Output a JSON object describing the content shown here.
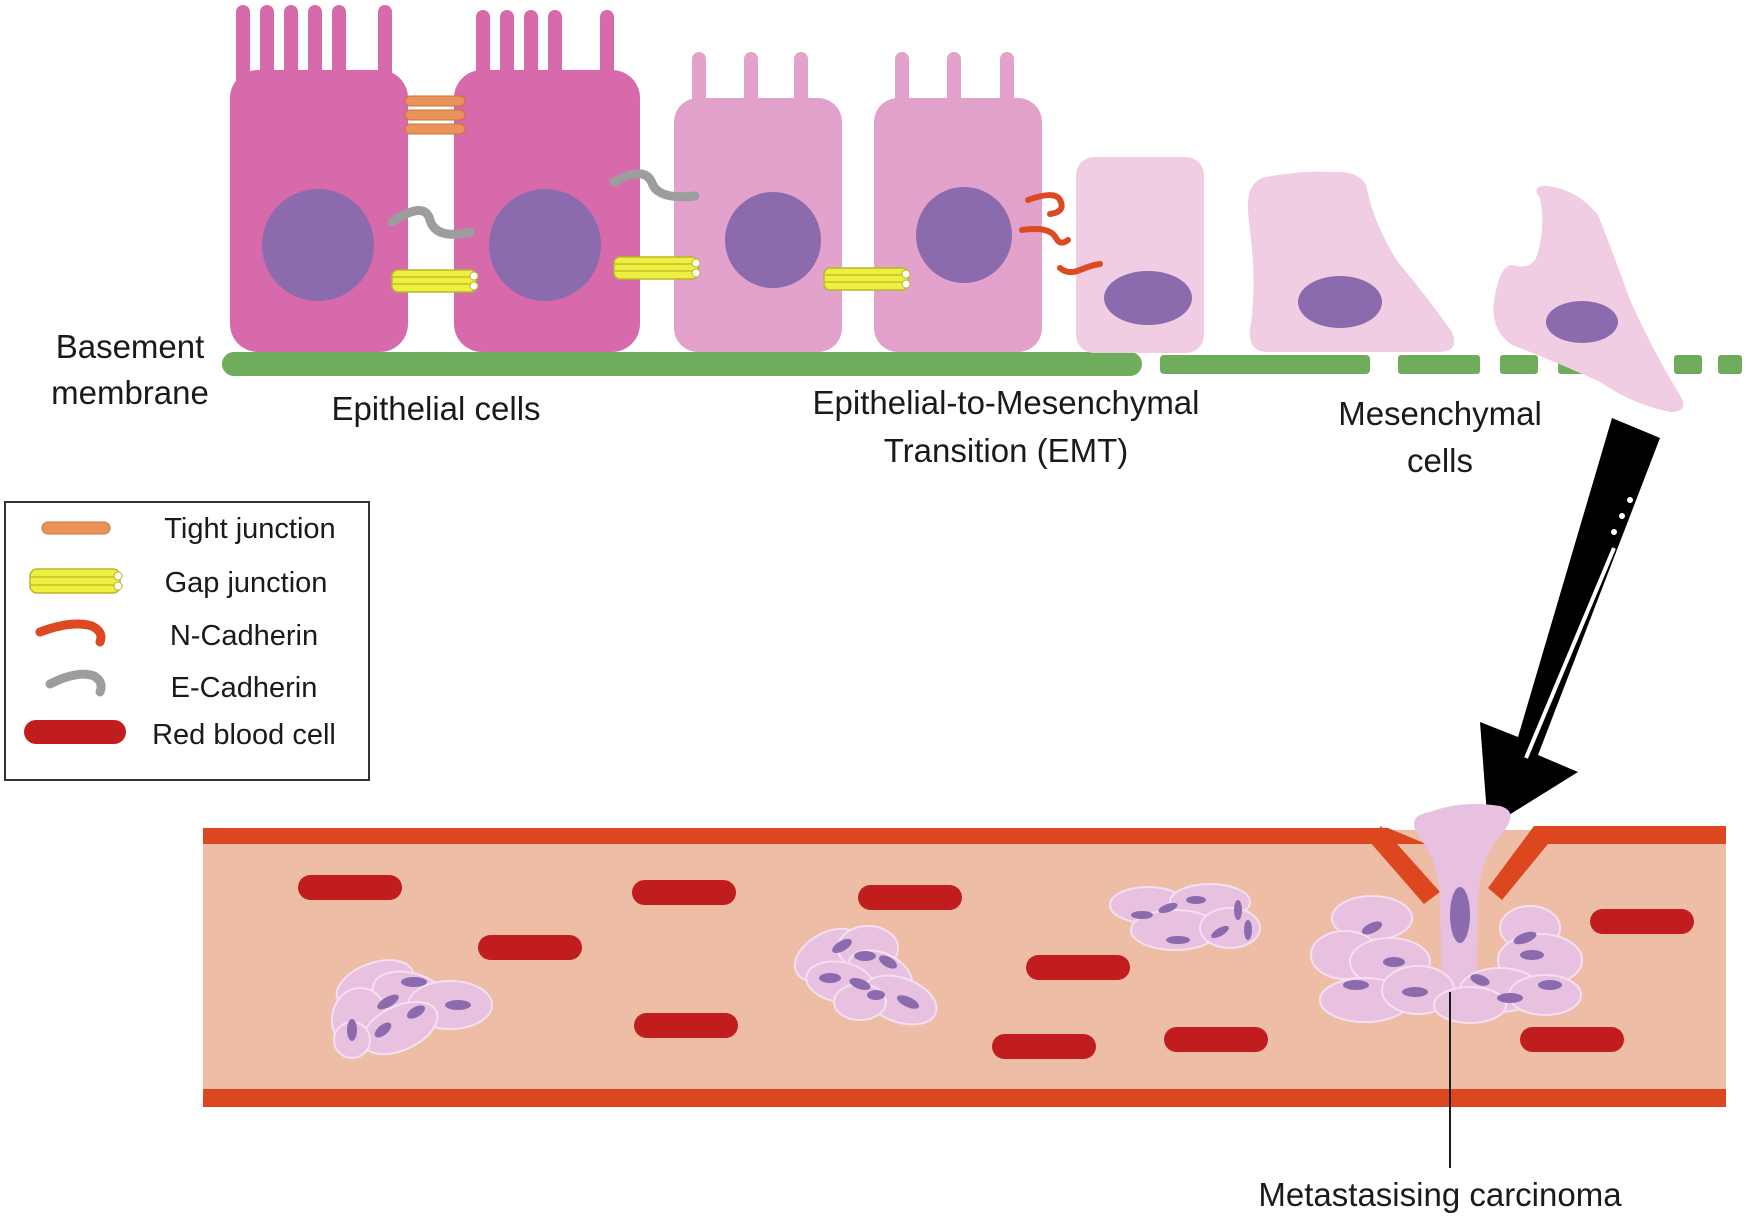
{
  "labels": {
    "basement_line1": "Basement",
    "basement_line2": "membrane",
    "epithelial": "Epithelial cells",
    "emt_line1": "Epithelial-to-Mesenchymal",
    "emt_line2": "Transition (EMT)",
    "mesenchymal_line1": "Mesenchymal",
    "mesenchymal_line2": "cells",
    "metastasising": "Metastasising carcinoma"
  },
  "legend": {
    "items": [
      {
        "key": "tight",
        "label": "Tight junction"
      },
      {
        "key": "gap",
        "label": "Gap junction"
      },
      {
        "key": "ncad",
        "label": "N-Cadherin"
      },
      {
        "key": "ecad",
        "label": "E-Cadherin"
      },
      {
        "key": "rbc",
        "label": "Red blood cell"
      }
    ]
  },
  "colors": {
    "epithelial_cell": "#d76aab",
    "transitioning_cell": "#e3a2cb",
    "mesenchymal_cell": "#f0cde2",
    "nucleus": "#8b6aae",
    "basement_membrane": "#6fac5c",
    "tight_junction": "#e9935b",
    "gap_junction": "#eef040",
    "n_cadherin": "#dd4a22",
    "e_cadherin": "#9d9d9d",
    "red_blood_cell": "#c11d1f",
    "vessel_wall": "#dd4720",
    "vessel_lumen": "#edbda5",
    "circulating_cells": "#e8c0e0"
  }
}
